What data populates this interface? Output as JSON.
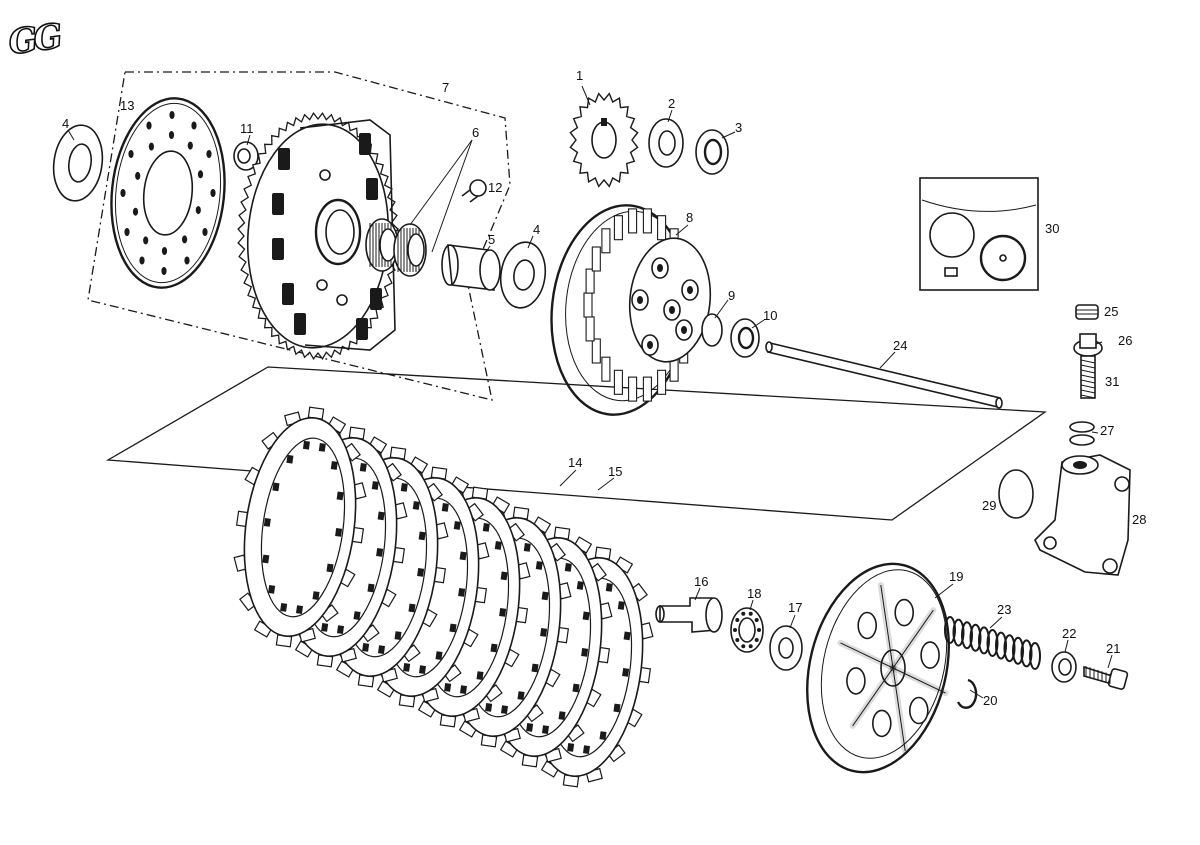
{
  "logo": {
    "text": "GG"
  },
  "callouts": [
    {
      "id": "c1",
      "text": "1"
    },
    {
      "id": "c2",
      "text": "2"
    },
    {
      "id": "c3",
      "text": "3"
    },
    {
      "id": "c4a",
      "text": "4"
    },
    {
      "id": "c4b",
      "text": "4"
    },
    {
      "id": "c5",
      "text": "5"
    },
    {
      "id": "c6",
      "text": "6"
    },
    {
      "id": "c7",
      "text": "7"
    },
    {
      "id": "c8",
      "text": "8"
    },
    {
      "id": "c9",
      "text": "9"
    },
    {
      "id": "c10",
      "text": "10"
    },
    {
      "id": "c11",
      "text": "11"
    },
    {
      "id": "c12",
      "text": "12"
    },
    {
      "id": "c13",
      "text": "13"
    },
    {
      "id": "c14",
      "text": "14"
    },
    {
      "id": "c15",
      "text": "15"
    },
    {
      "id": "c16",
      "text": "16"
    },
    {
      "id": "c17",
      "text": "17"
    },
    {
      "id": "c18",
      "text": "18"
    },
    {
      "id": "c19",
      "text": "19"
    },
    {
      "id": "c20",
      "text": "20"
    },
    {
      "id": "c21",
      "text": "21"
    },
    {
      "id": "c22",
      "text": "22"
    },
    {
      "id": "c23",
      "text": "23"
    },
    {
      "id": "c24",
      "text": "24"
    },
    {
      "id": "c25",
      "text": "25"
    },
    {
      "id": "c26",
      "text": "26"
    },
    {
      "id": "c27",
      "text": "27"
    },
    {
      "id": "c28",
      "text": "28"
    },
    {
      "id": "c29",
      "text": "29"
    },
    {
      "id": "c30",
      "text": "30"
    },
    {
      "id": "c31",
      "text": "31"
    }
  ]
}
